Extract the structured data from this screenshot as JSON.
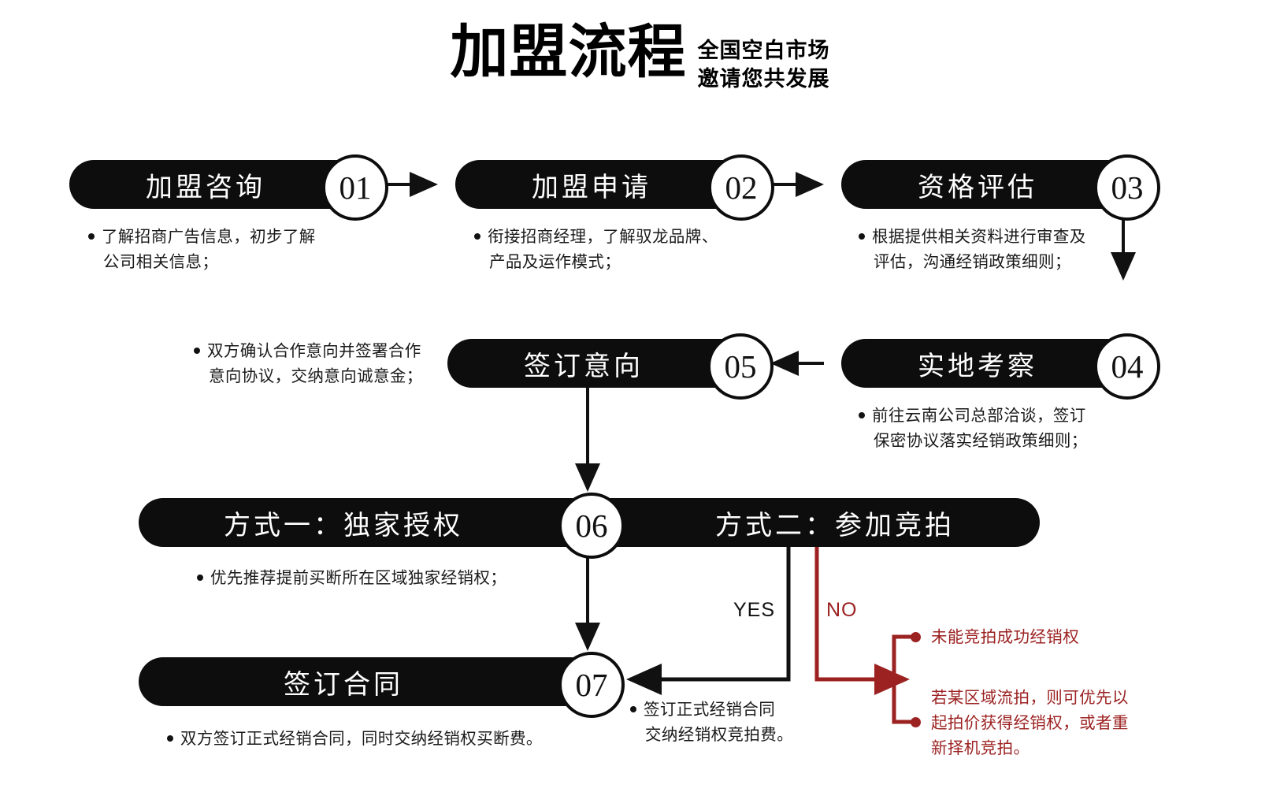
{
  "header": {
    "title": "加盟流程",
    "subtitle_line1": "全国空白市场",
    "subtitle_line2": "邀请您共发展"
  },
  "colors": {
    "node_fill": "#0d0d0d",
    "node_text": "#ffffff",
    "body_text": "#1a1a1a",
    "accent_red": "#9c2222",
    "background": "#ffffff"
  },
  "steps": [
    {
      "number": "01",
      "label": "加盟咨询",
      "note_lines": [
        "了解招商广告信息，初步了解",
        "公司相关信息；"
      ]
    },
    {
      "number": "02",
      "label": "加盟申请",
      "note_lines": [
        "衔接招商经理，了解驭龙品牌、",
        "产品及运作模式；"
      ]
    },
    {
      "number": "03",
      "label": "资格评估",
      "note_lines": [
        "根据提供相关资料进行审查及",
        "评估，沟通经销政策细则；"
      ]
    },
    {
      "number": "04",
      "label": "实地考察",
      "note_lines": [
        "前往云南公司总部洽谈，签订",
        "保密协议落实经销政策细则；"
      ]
    },
    {
      "number": "05",
      "label": "签订意向",
      "note_lines": [
        "双方确认合作意向并签署合作",
        "意向协议，交纳意向诚意金；"
      ]
    },
    {
      "number": "06",
      "label_left": "方式一：独家授权",
      "label_right": "方式二：参加竞拍",
      "note_lines_left": [
        "优先推荐提前买断所在区域独家经销权；"
      ]
    },
    {
      "number": "07",
      "label": "签订合同",
      "note_lines": [
        "双方签订正式经销合同，同时交纳经销权买断费。"
      ],
      "note_lines_right": [
        "签订正式经销合同",
        "交纳经销权竞拍费。"
      ]
    }
  ],
  "branches": {
    "yes_label": "YES",
    "no_label": "NO"
  },
  "red_outcomes": [
    {
      "lines": [
        "未能竞拍成功经销权"
      ]
    },
    {
      "lines": [
        "若某区域流拍，则可优先以",
        "起拍价获得经销权，或者重",
        "新择机竞拍。"
      ]
    }
  ]
}
